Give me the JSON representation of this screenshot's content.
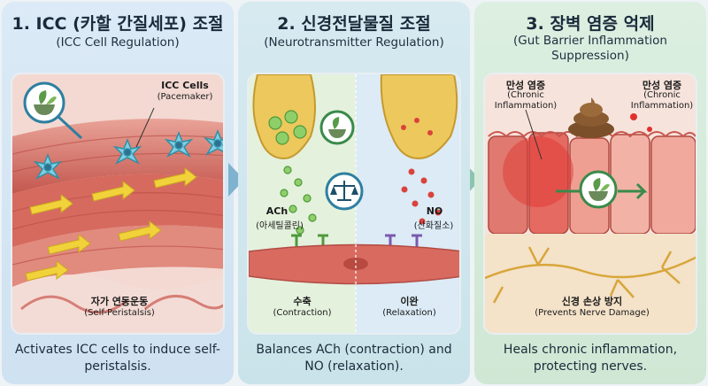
{
  "panel1": {
    "title": "1. ICC (카할 간질세포) 조절",
    "subtitle": "(ICC Cell Regulation)",
    "icc_label": "ICC Cells",
    "icc_sub": "(Pacemaker)",
    "bottom_label": "자가 연동운동",
    "bottom_sub": "(Self-Peristalsis)",
    "caption": "Activates ICC cells to induce self-peristalsis."
  },
  "panel2": {
    "title": "2. 신경전달물질 조절",
    "subtitle": "(Neurotransmitter Regulation)",
    "ach_label": "ACh",
    "ach_sub": "(아세틸콜린)",
    "no_label": "NO",
    "no_sub": "(산화질소)",
    "left_label": "수축",
    "left_sub": "(Contraction)",
    "right_label": "이완",
    "right_sub": "(Relaxation)",
    "caption": "Balances ACh (contraction) and NO (relaxation)."
  },
  "panel3": {
    "title": "3. 장벽 염증 억제",
    "subtitle": "(Gut Barrier Inflammation Suppression)",
    "left_label": "만성 염증",
    "left_sub": "(Chronic Inflammation)",
    "right_label": "만성 염증",
    "right_sub": "(Chronic Inflammation)",
    "bottom_label": "신경 손상 방지",
    "bottom_sub": "(Prevents Nerve Damage)",
    "caption": "Heals chronic inflammation, protecting nerves."
  },
  "colors": {
    "panel1_bg": "#dbeaf6",
    "panel2_bg": "#d6eaf0",
    "panel3_bg": "#dcefe1",
    "muscle": "#d9685f",
    "herb_green": "#5a9a48",
    "neuron_yellow": "#e9c05a"
  },
  "icons": [
    "herb-mortar-icon",
    "balance-scale-icon",
    "stool-icon"
  ]
}
